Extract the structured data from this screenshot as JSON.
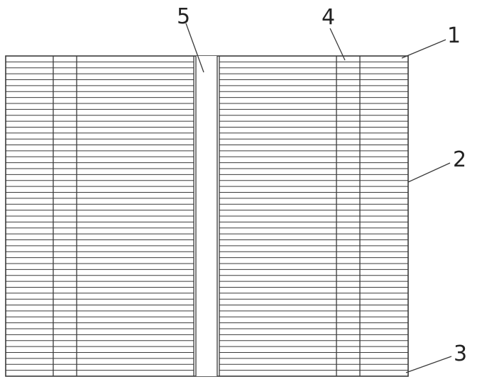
{
  "figure": {
    "line_color": "#3a3a3a",
    "background": "#ffffff",
    "description_visible": false
  },
  "callouts": [
    {
      "id": "1",
      "label": "1"
    },
    {
      "id": "2",
      "label": "2"
    },
    {
      "id": "3",
      "label": "3"
    },
    {
      "id": "4",
      "label": "4"
    },
    {
      "id": "5",
      "label": "5"
    }
  ]
}
